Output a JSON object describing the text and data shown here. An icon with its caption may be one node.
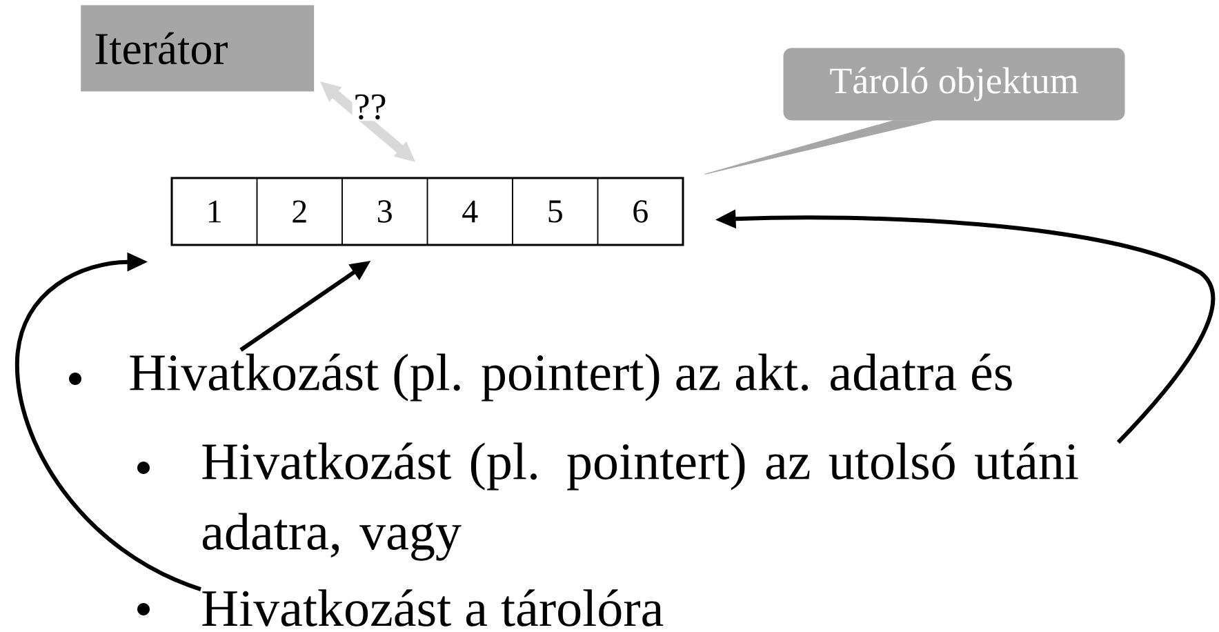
{
  "diagram": {
    "nodes": [
      {
        "text": [
          "Iterátor"
        ]
      },
      {
        "text": [
          "Tároló objektum"
        ]
      },
      {
        "text": [],
        "shape": "box"
      },
      {
        "text": [
          "1"
        ],
        "in": 2
      },
      {
        "text": [
          "2"
        ],
        "in": 2
      },
      {
        "text": [
          "3"
        ],
        "in": 2
      },
      {
        "text": [
          "4"
        ],
        "in": 2
      },
      {
        "text": [
          "5"
        ],
        "in": 2
      },
      {
        "text": [
          "6"
        ],
        "in": 2
      },
      {
        "text": [
          "Hivatkozást (pl. pointert) az akt. adatra és"
        ]
      },
      {
        "text": [
          "Hivatkozást (pl. pointert) az utolsó utáni adatra, vagy"
        ]
      },
      {
        "text": [
          "Hivatkozást a tárolóra"
        ]
      }
    ],
    "edges": [
      {
        "from": 0,
        "to": 5,
        "arrow": "both",
        "label": "??",
        "style": "thick",
        "color": "#d9d9d9"
      },
      {
        "from": 1,
        "to": 2,
        "arrow": "none",
        "color": "#a6a6a6"
      },
      {
        "from": 9,
        "to": 5,
        "arrow": "to"
      },
      {
        "from": 10,
        "to": 2,
        "arrow": "to"
      },
      {
        "from": 11,
        "to": 2,
        "arrow": "to"
      }
    ]
  }
}
